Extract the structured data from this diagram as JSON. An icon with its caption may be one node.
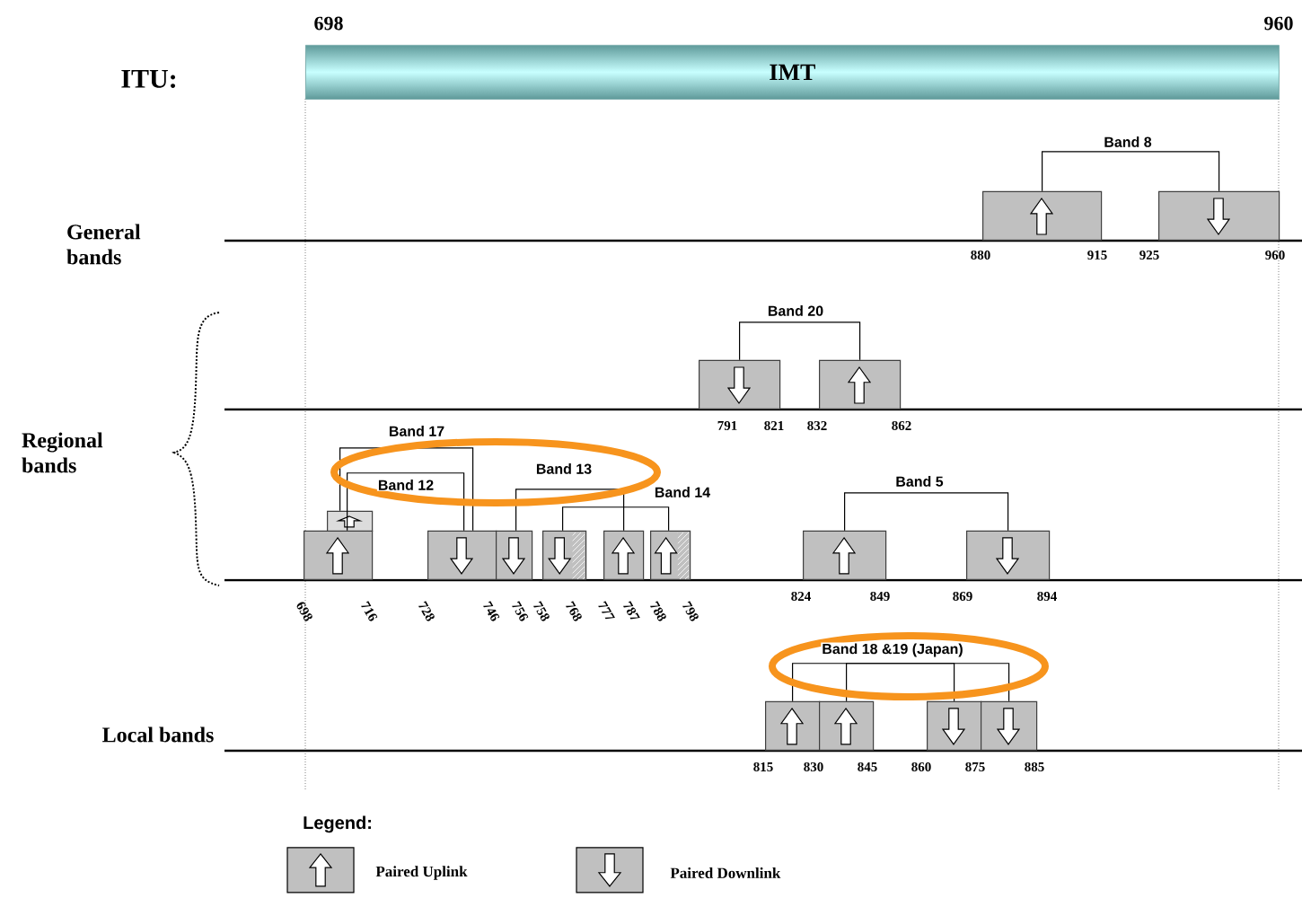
{
  "diagram": {
    "nodes": [
      {
        "text": [
          "IMT"
        ]
      },
      {
        "text": [],
        "shape": "box"
      },
      {
        "text": [],
        "shape": "box"
      },
      {
        "text": [],
        "shape": "box"
      },
      {
        "text": [],
        "shape": "box"
      },
      {
        "text": [],
        "shape": "box"
      },
      {
        "text": [],
        "shape": "box"
      },
      {
        "text": [],
        "shape": "box"
      },
      {
        "text": [],
        "shape": "box"
      },
      {
        "text": [],
        "shape": "box"
      },
      {
        "text": [],
        "shape": "box"
      },
      {
        "text": [],
        "shape": "box"
      },
      {
        "text": [],
        "shape": "box"
      },
      {
        "text": [],
        "shape": "box"
      },
      {
        "text": [],
        "shape": "box"
      },
      {
        "text": [],
        "shape": "box"
      },
      {
        "text": [],
        "shape": "box"
      },
      {
        "text": [],
        "shape": "box"
      }
    ],
    "edges": [
      {
        "from": 1,
        "to": 2,
        "arrow": "none",
        "label": "Band 8"
      },
      {
        "from": 3,
        "to": 4,
        "arrow": "none",
        "label": "Band 20"
      },
      {
        "from": 5,
        "to": 7,
        "arrow": "none",
        "label": "Band 12"
      },
      {
        "from": 6,
        "to": 7,
        "arrow": "none",
        "label": "Band 17"
      },
      {
        "from": 8,
        "to": 10,
        "arrow": "none",
        "label": "Band 13"
      },
      {
        "from": 9,
        "to": 11,
        "arrow": "none",
        "label": "Band 14"
      },
      {
        "from": 12,
        "to": 13,
        "arrow": "none",
        "label": "Band 5"
      },
      {
        "from": 14,
        "to": 16,
        "arrow": "none",
        "label": "Band 18 &19 (Japan)"
      },
      {
        "from": 15,
        "to": 17,
        "arrow": "none"
      }
    ],
    "labels": [
      "698",
      "960",
      "ITU:",
      "General bands",
      "880",
      "915",
      "925",
      "960",
      "791",
      "821",
      "832",
      "862",
      "Regional bands",
      "698",
      "716",
      "728",
      "746",
      "756",
      "758",
      "768",
      "777",
      "787",
      "788",
      "798",
      "824",
      "849",
      "869",
      "894",
      "Local bands",
      "815",
      "830",
      "845",
      "860",
      "875",
      "885",
      "Legend:"
    ],
    "legend": [
      {
        "text": "Paired Uplink"
      },
      {
        "text": "Paired Downlink"
      }
    ]
  }
}
